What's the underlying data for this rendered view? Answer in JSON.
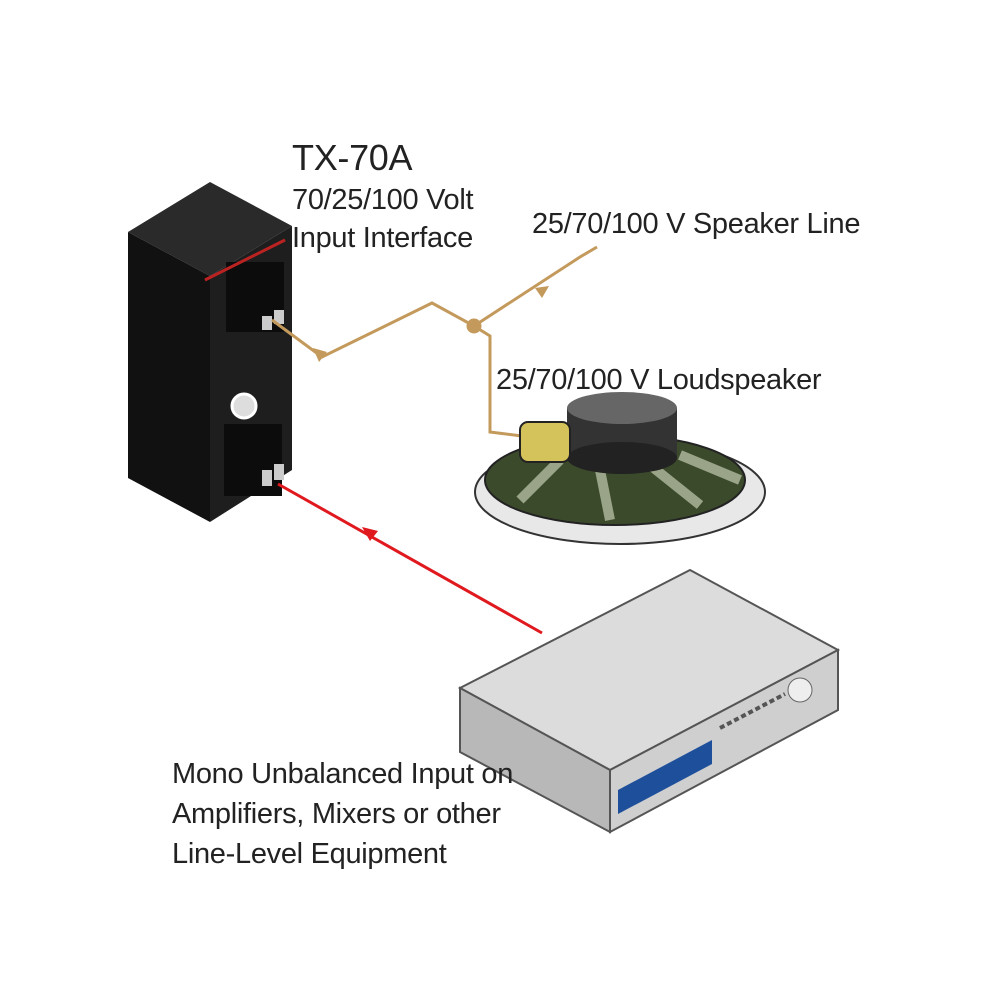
{
  "device": {
    "model": "TX-70A",
    "line1": "70/25/100 Volt",
    "line2": "Input Interface"
  },
  "speaker_line_label": "25/70/100 V Speaker Line",
  "loudspeaker_label": "25/70/100 V Loudspeaker",
  "equipment_label": [
    "Mono Unbalanced Input on",
    "Amplifiers, Mixers or other",
    "Line-Level Equipment"
  ],
  "colors": {
    "speaker_wire": "#c49a5c",
    "signal_wire": "#e0191e",
    "device": "#1c1c1c"
  }
}
